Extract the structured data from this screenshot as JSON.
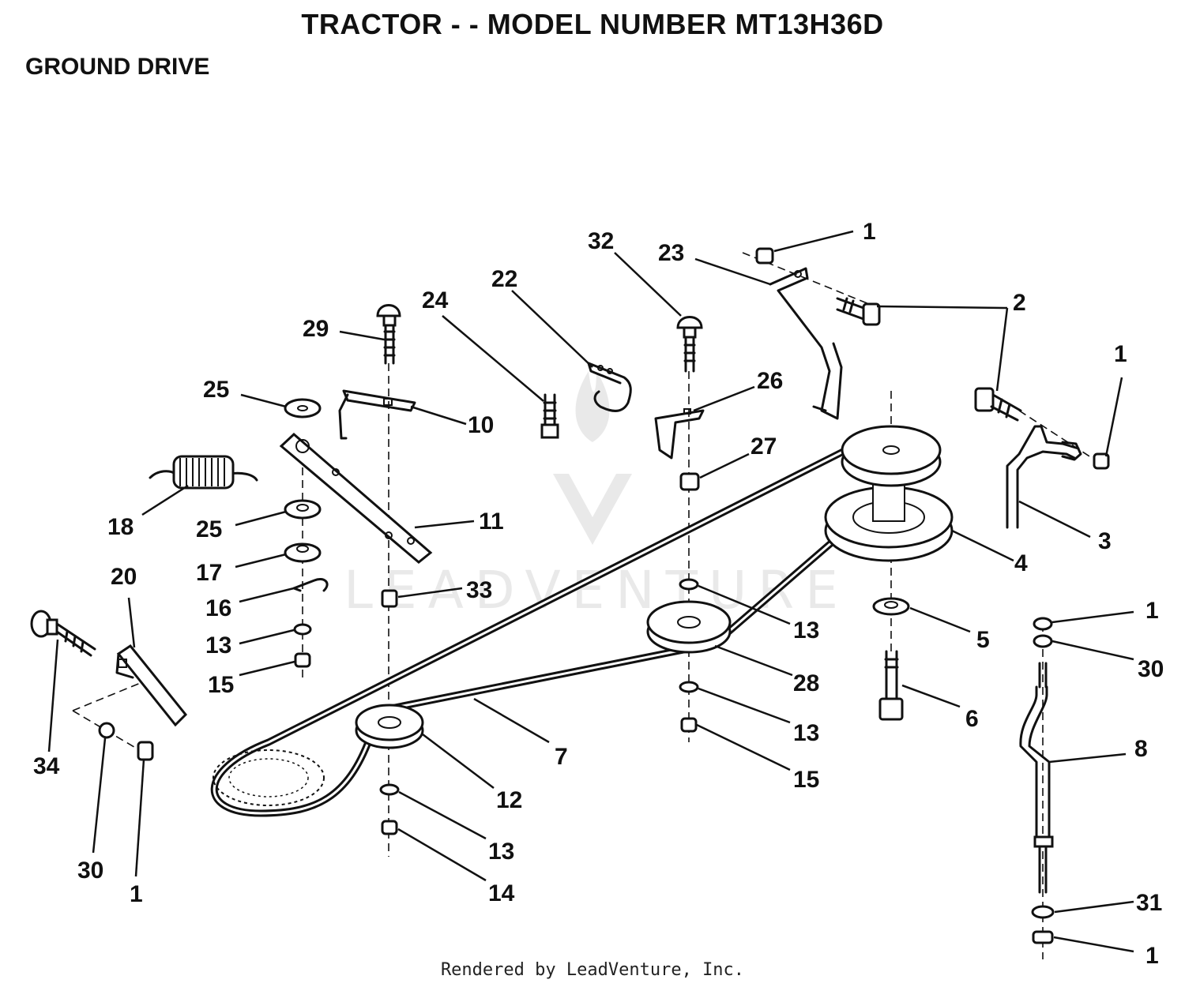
{
  "header": {
    "title": "TRACTOR - - MODEL NUMBER MT13H36D",
    "section": "GROUND DRIVE"
  },
  "footer": {
    "text": "Rendered by LeadVenture, Inc."
  },
  "watermark": {
    "text": "LEADVENTURE"
  },
  "callouts": [
    "1",
    "23",
    "32",
    "2",
    "1",
    "22",
    "24",
    "29",
    "26",
    "10",
    "25",
    "27",
    "18",
    "25",
    "11",
    "4",
    "3",
    "17",
    "33",
    "16",
    "13",
    "5",
    "1",
    "20",
    "13",
    "30",
    "28",
    "15",
    "6",
    "34",
    "7",
    "13",
    "8",
    "12",
    "15",
    "30",
    "1",
    "13",
    "31",
    "14",
    "1"
  ]
}
